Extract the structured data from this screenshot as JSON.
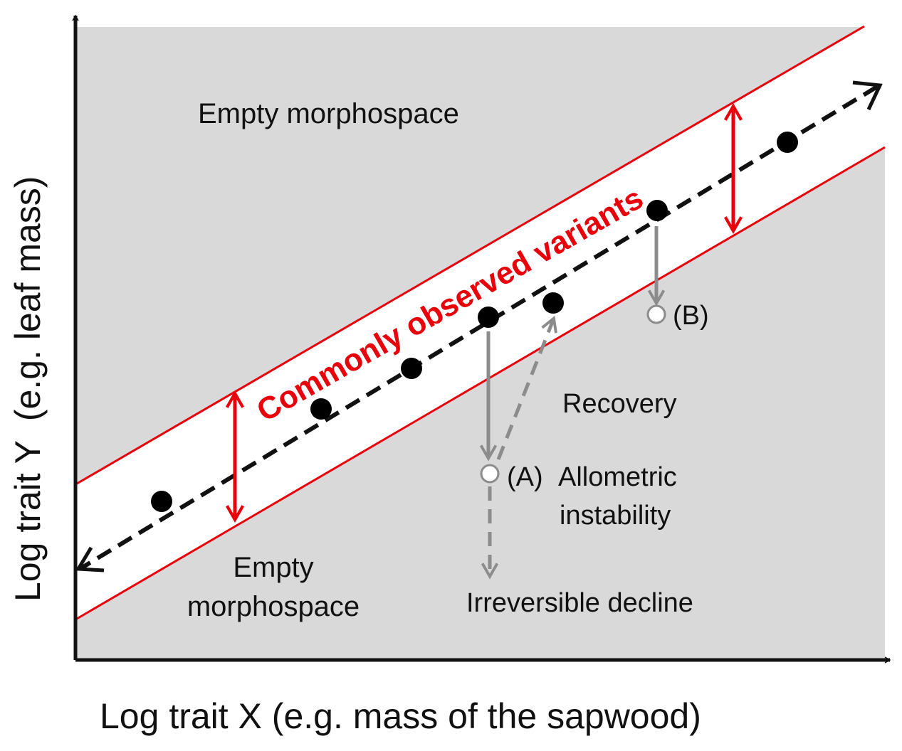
{
  "axes": {
    "x_label": "Log trait X (e.g. mass of the sapwood)",
    "y_label": "Log trait Y  (e.g. leaf mass)"
  },
  "regions": {
    "empty_upper": "Empty morphospace",
    "empty_lower_line1": "Empty",
    "empty_lower_line2": "morphospace"
  },
  "band": {
    "label": "Commonly observed variants",
    "color": "#e8000b",
    "fill": "#ffffff"
  },
  "background_color": "#d9d9d9",
  "points": {
    "observed_count": 7,
    "perturbed": [
      "(A)",
      "(B)"
    ]
  },
  "annotations": {
    "point_a_label": "(A)",
    "point_b_label": "(B)",
    "instability_line1": "Allometric",
    "instability_line2": "instability",
    "recovery": "Recovery",
    "decline": "Irreversible decline"
  },
  "colors": {
    "trend_line": "#111111",
    "perturbation_arrows": "#8c8c8c"
  }
}
